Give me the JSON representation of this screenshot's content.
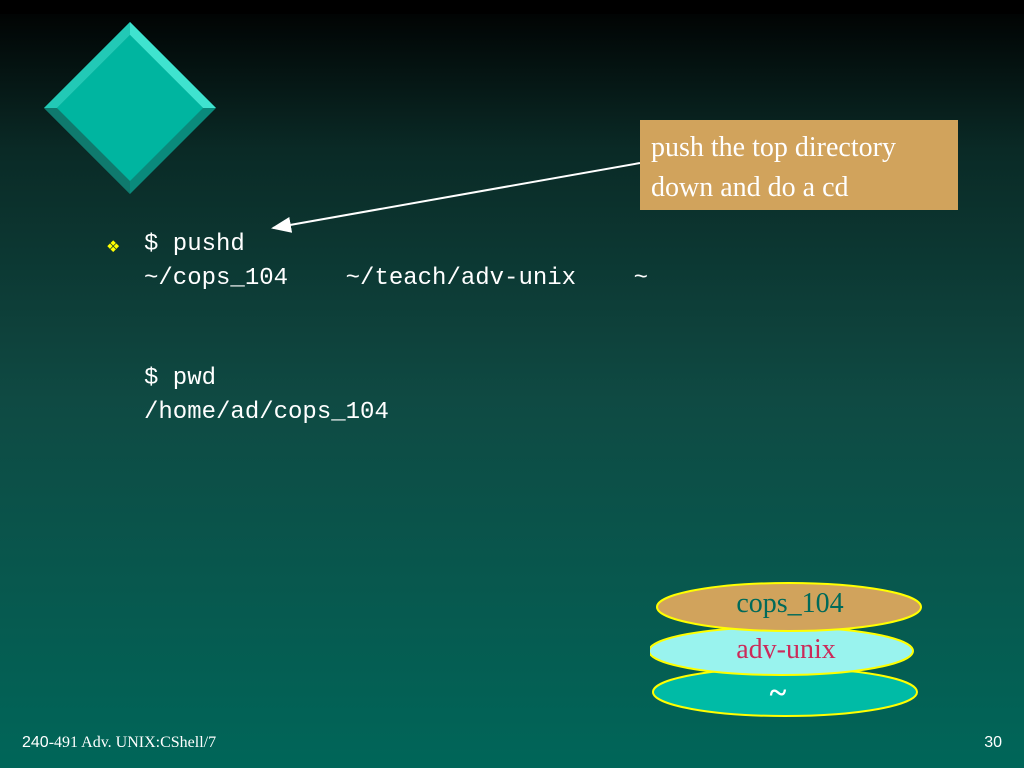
{
  "callout": {
    "line1": "push the top directory",
    "line2": "down and do a cd"
  },
  "icons": {
    "bullet": "four-diamond-bullet-icon",
    "decoration": "teal-diamond-icon"
  },
  "code": {
    "line1": "$ pushd",
    "line2": "~/cops_104    ~/teach/adv-unix    ~",
    "line3": "$ pwd",
    "line4": "/home/ad/cops_104"
  },
  "stack": {
    "top": "cops_104",
    "middle": "adv-unix",
    "bottom": "~"
  },
  "colors": {
    "callout_bg": "#d1a35c",
    "stack_top": "#d1a35c",
    "stack_middle": "#99f3ee",
    "stack_bottom": "#00bba6",
    "bullet": "#ffff00"
  },
  "footer": {
    "course_num": "240",
    "course_rest": "-491 Adv. UNIX:CShell/7",
    "page_number": "30"
  }
}
